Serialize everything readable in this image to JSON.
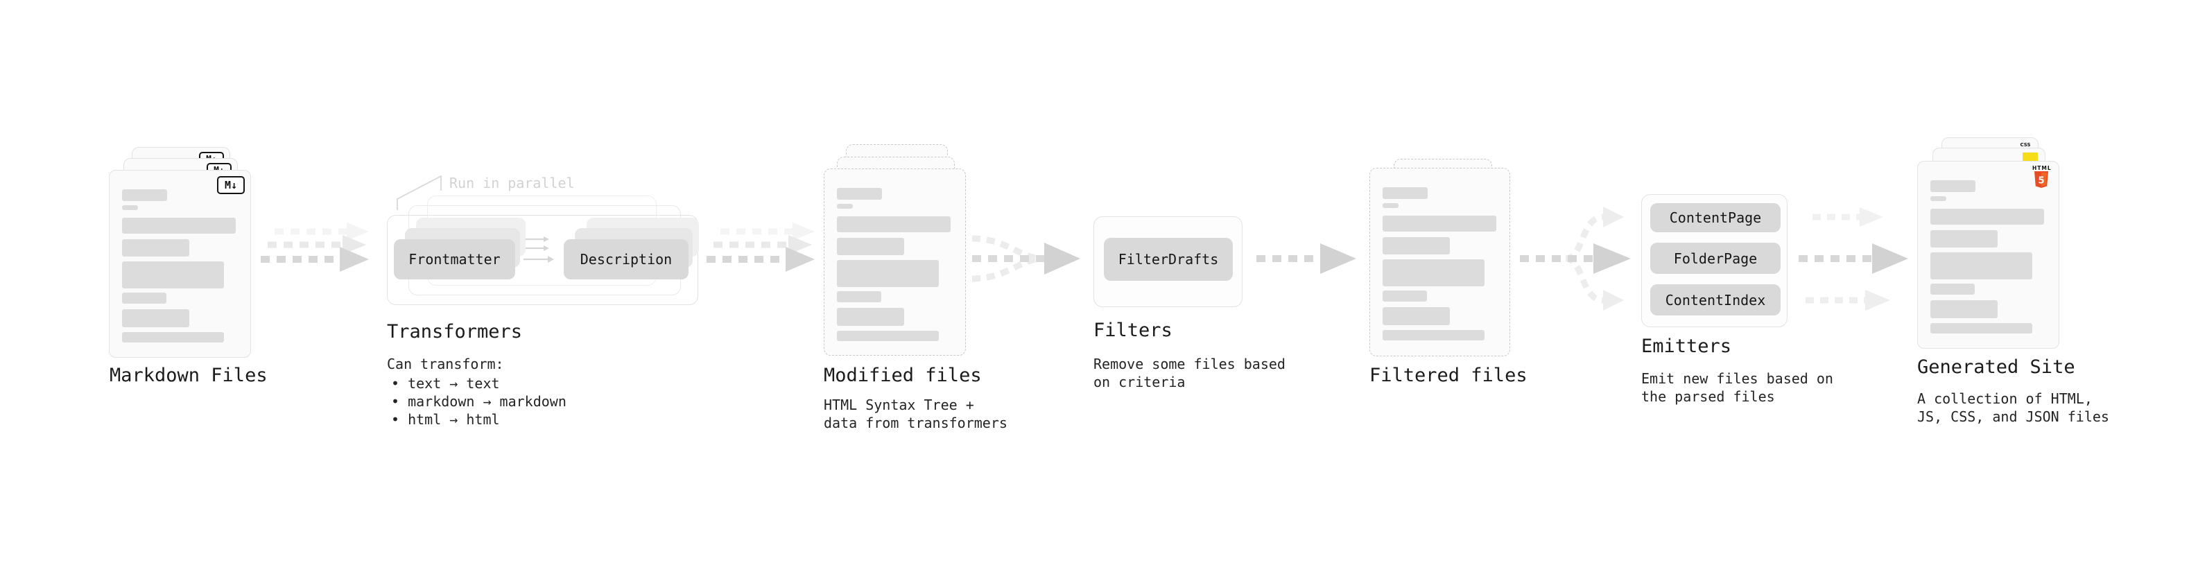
{
  "diagram": {
    "markdown_files": {
      "label": "Markdown Files",
      "badge": "M↓"
    },
    "transformers": {
      "label": "Transformers",
      "annotation": "Run in parallel",
      "transformer_boxes": [
        "Frontmatter",
        "Description"
      ],
      "desc_title": "Can transform:",
      "bullets": [
        "• text → text",
        "• markdown → markdown",
        "• html → html"
      ]
    },
    "modified_files": {
      "label": "Modified files",
      "desc": [
        "HTML Syntax Tree +",
        "data from transformers"
      ]
    },
    "filters": {
      "label": "Filters",
      "filter_boxes": [
        "FilterDrafts"
      ],
      "desc": [
        "Remove some files based",
        "on criteria"
      ]
    },
    "filtered_files": {
      "label": "Filtered files"
    },
    "emitters": {
      "label": "Emitters",
      "emitter_boxes": [
        "ContentPage",
        "FolderPage",
        "ContentIndex"
      ],
      "desc": [
        "Emit new files based on",
        "the parsed files"
      ]
    },
    "generated_site": {
      "label": "Generated Site",
      "desc": [
        "A collection of HTML,",
        "JS, CSS, and JSON files"
      ],
      "badges": {
        "html": "HTML",
        "html_number": "5",
        "css": "CSS"
      }
    }
  },
  "colors": {
    "card_fill": "#fafafa",
    "card_border": "#e3e3e3",
    "bar_gray": "#dcdcdc",
    "box_gray": "#d9d9d9",
    "arrow_gray": "#d7d7d7",
    "annotation_gray": "#d2d2d2",
    "html5_orange": "#e44d26",
    "html5_orange_light": "#f16529",
    "js_yellow": "#f5de19",
    "css_blue": "#2b62e9"
  }
}
